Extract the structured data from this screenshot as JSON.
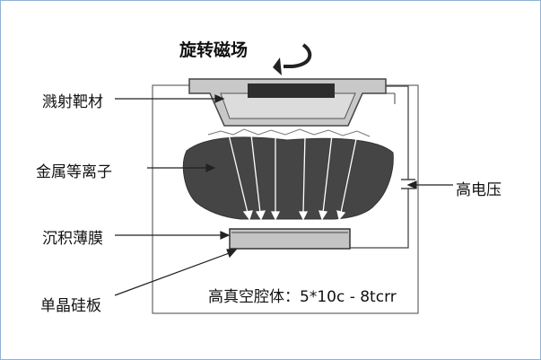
{
  "title": "旋转磁场",
  "labels": {
    "target": "溅射靶材",
    "ions": "金属等离子",
    "film": "沉积薄膜",
    "substrate": "单晶硅板",
    "voltage": "高电压"
  },
  "chamber_note": "高真空腔体：5*10c - 8tcrr",
  "colors": {
    "plasma": "#454545",
    "target_tray": "#c8c8c8",
    "target_block": "#2e2e2e",
    "substrate": "#c4c4c4",
    "lines": "#444444",
    "border": "#8fb2d6"
  }
}
